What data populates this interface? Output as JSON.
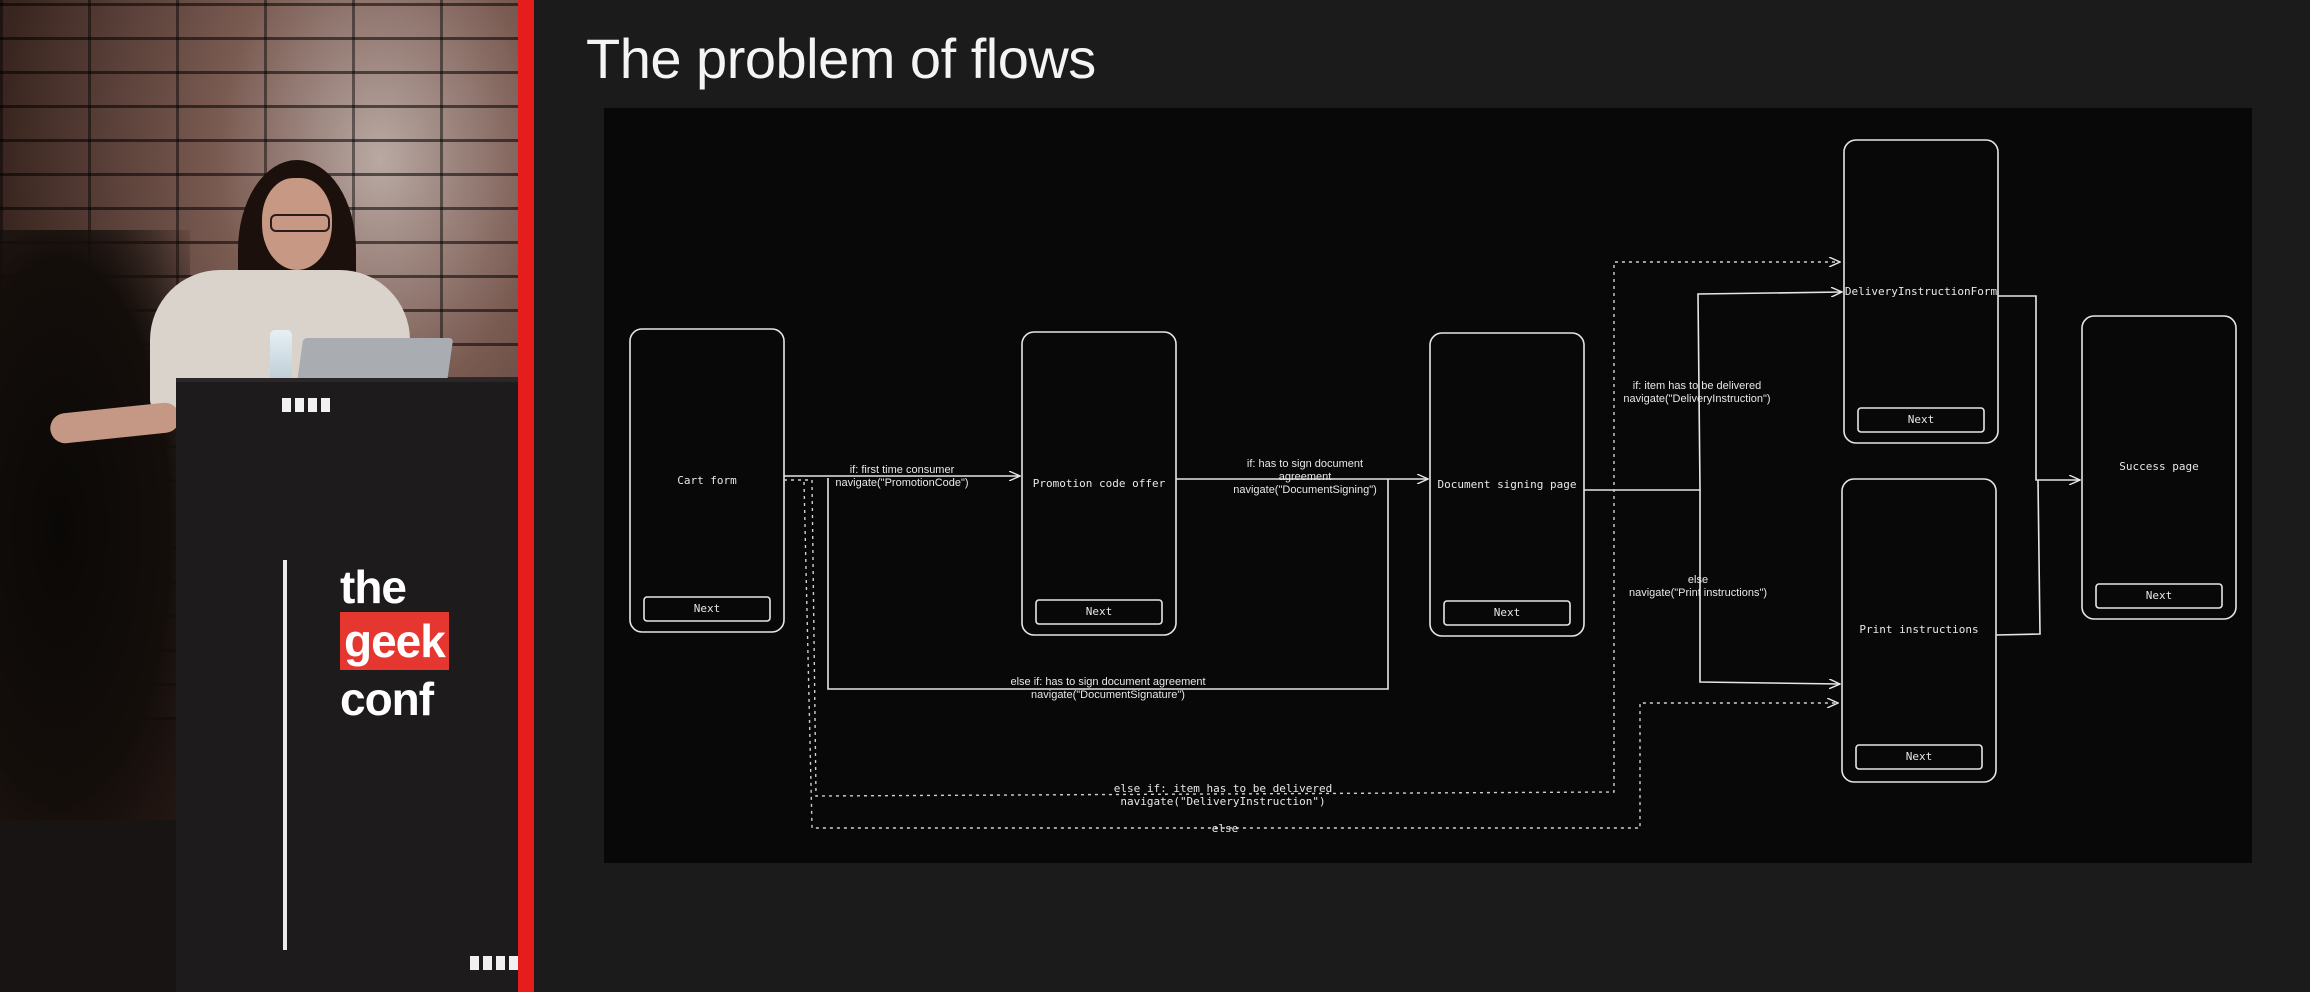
{
  "slide": {
    "title": "The problem of flows"
  },
  "logo": {
    "line1": "the",
    "line2": "geek",
    "line3": "conf",
    "accent": "#e5362f"
  },
  "screens": {
    "cart_form": {
      "label": "Cart form",
      "button": "Next"
    },
    "promotion": {
      "label": "Promotion code offer",
      "button": "Next"
    },
    "document_signing": {
      "label": "Document signing page",
      "button": "Next"
    },
    "delivery": {
      "label": "DeliveryInstructionForm",
      "button": "Next"
    },
    "print": {
      "label": "Print instructions",
      "button": "Next"
    },
    "success": {
      "label": "Success page",
      "button": "Next"
    }
  },
  "edges": {
    "first_time": {
      "line1": "if: first time consumer",
      "line2": "navigate(\"PromotionCode\")"
    },
    "sign_document": {
      "line1": "if: has to sign document",
      "line2": "agreement",
      "line3": "navigate(\"DocumentSigning\")"
    },
    "else_sign": {
      "line1": "else if: has to sign document agreement",
      "line2": "navigate(\"DocumentSignature\")"
    },
    "delivered": {
      "line1": "if: item has to be delivered",
      "line2": "navigate(\"DeliveryInstruction\")"
    },
    "else_print": {
      "line1": "else",
      "line2": "navigate(\"Print instructions\")"
    },
    "else_delivered": {
      "line1": "else if: item has to be delivered",
      "line2": "navigate(\"DeliveryInstruction\")"
    },
    "else_final": {
      "line1": "else"
    }
  },
  "colors": {
    "divider": "#e51d1d",
    "diagram_background": "#080808",
    "stroke": "#e6e6e6"
  }
}
